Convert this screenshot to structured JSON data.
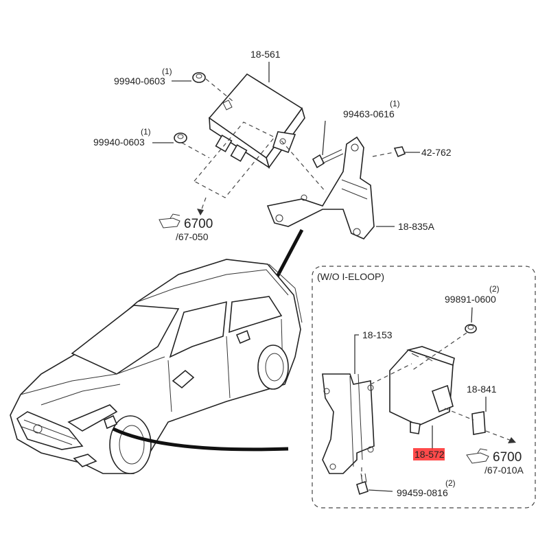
{
  "labels": {
    "module_top": "18-561",
    "nut_a_qty": "(1)",
    "nut_a": "99940-0603",
    "nut_b_qty": "(1)",
    "nut_b": "99940-0603",
    "bolt_top_qty": "(1)",
    "bolt_top": "99463-0616",
    "clip_top": "42-762",
    "bracket_top": "18-835A",
    "ref_top_num": "6700",
    "ref_top_sub": "/67-050",
    "variant_box_title": "(W/O I-ELOOP)",
    "nut_c_qty": "(2)",
    "nut_c": "99891-0600",
    "bracket_bottom": "18-153",
    "connector": "18-841",
    "module_bottom": "18-572",
    "ref_bottom_num": "6700",
    "ref_bottom_sub": "/67-010A",
    "bolt_bottom_qty": "(2)",
    "bolt_bottom": "99459-0816"
  },
  "colors": {
    "highlight": "#ff2a2a",
    "ink": "#222222"
  },
  "icons": [
    "pointing-hand-icon",
    "car-illustration",
    "module-drawing",
    "bracket-drawing",
    "nut-drawing",
    "bolt-drawing"
  ]
}
